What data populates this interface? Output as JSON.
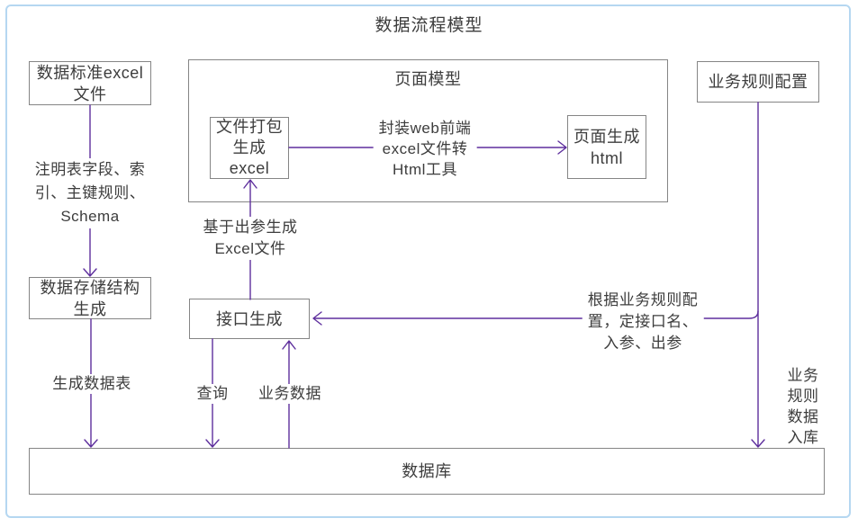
{
  "title": "数据流程模型",
  "diagram": {
    "boxes": {
      "excel_std": "数据标准excel\n文件",
      "page_model": "页面模型",
      "file_pack": "文件打包\n生成\nexcel",
      "page_gen": "页面生成\nhtml",
      "biz_rule": "业务规则配置",
      "storage": "数据存储结构\n生成",
      "api_gen": "接口生成",
      "db": "数据库"
    },
    "labels": {
      "annotation": "注明表字段、索\n引、主键规则、\nSchema",
      "gen_table": "生成数据表",
      "excel_from_out": "基于出参生成\nExcel文件",
      "wrap_tool": "封装web前端\nexcel文件转\nHtml工具",
      "query": "查询",
      "biz_data": "业务数据",
      "rule_config": "根据业务规则配\n置，定接口名、\n入参、出参",
      "rule_into_db": "业务规则\n数据入库"
    },
    "colors": {
      "arrow": "#5e2f9d",
      "box_border": "#858585",
      "frame_border": "#b5d7f1",
      "text": "#3d3d3d"
    }
  }
}
